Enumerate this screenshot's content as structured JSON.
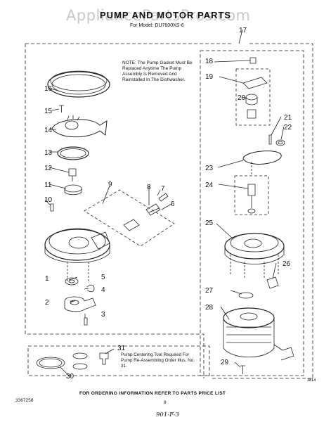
{
  "watermark": "AppliancePartsPros.com",
  "title": "PUMP AND MOTOR PARTS",
  "model": "For Model: DU7600XS-6",
  "note": "NOTE: The Pump Gasket Must Be Replaced Anytime The Pump Assembly Is Removed And Reinstalled In The Dishwasher.",
  "tool_note": "Pump Centering Tool Required For Pump Re-Assembling Order Illus. No. 31.",
  "footer": "FOR ORDERING INFORMATION REFER TO PARTS PRICE LIST",
  "doc_number": "3367258",
  "page_number": "8",
  "handwritten": "901-F-3",
  "corner_code": "3814",
  "callouts": [
    {
      "id": "17",
      "label": "17"
    },
    {
      "id": "16",
      "label": "16"
    },
    {
      "id": "15",
      "label": "15"
    },
    {
      "id": "14",
      "label": "14"
    },
    {
      "id": "13",
      "label": "13"
    },
    {
      "id": "12",
      "label": "12"
    },
    {
      "id": "11",
      "label": "11"
    },
    {
      "id": "10",
      "label": "10"
    },
    {
      "id": "9",
      "label": "9"
    },
    {
      "id": "8",
      "label": "8"
    },
    {
      "id": "7",
      "label": "7"
    },
    {
      "id": "6",
      "label": "6"
    },
    {
      "id": "5",
      "label": "5"
    },
    {
      "id": "4",
      "label": "4"
    },
    {
      "id": "3",
      "label": "3"
    },
    {
      "id": "2",
      "label": "2"
    },
    {
      "id": "1",
      "label": "1"
    },
    {
      "id": "18",
      "label": "18"
    },
    {
      "id": "19",
      "label": "19"
    },
    {
      "id": "20",
      "label": "20"
    },
    {
      "id": "21",
      "label": "21"
    },
    {
      "id": "22",
      "label": "22"
    },
    {
      "id": "23",
      "label": "23"
    },
    {
      "id": "24",
      "label": "24"
    },
    {
      "id": "25",
      "label": "25"
    },
    {
      "id": "26",
      "label": "26"
    },
    {
      "id": "27",
      "label": "27"
    },
    {
      "id": "28",
      "label": "28"
    },
    {
      "id": "29",
      "label": "29"
    },
    {
      "id": "30",
      "label": "30"
    },
    {
      "id": "31",
      "label": "31"
    }
  ]
}
